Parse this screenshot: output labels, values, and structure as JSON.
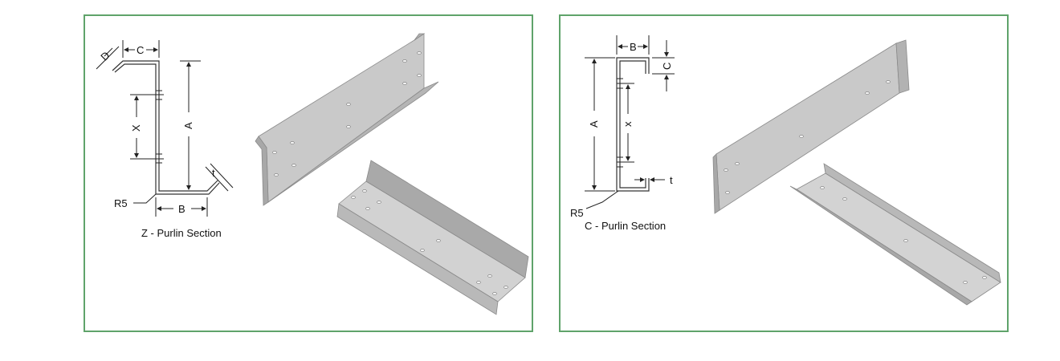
{
  "panels": {
    "z": {
      "caption": "Z - Purlin Section",
      "labels": {
        "d": "D",
        "c": "C",
        "a": "A",
        "x": "X",
        "t": "t",
        "b": "B",
        "r": "R5"
      }
    },
    "c": {
      "caption": "C - Purlin Section",
      "labels": {
        "b": "B",
        "c": "C",
        "a": "A",
        "x": "x",
        "t": "t",
        "r": "R5"
      }
    }
  },
  "colors": {
    "border": "#5fa36a",
    "steel_light": "#d4d4d4",
    "steel_mid": "#bdbdbd",
    "steel_dark": "#9a9a9a"
  }
}
